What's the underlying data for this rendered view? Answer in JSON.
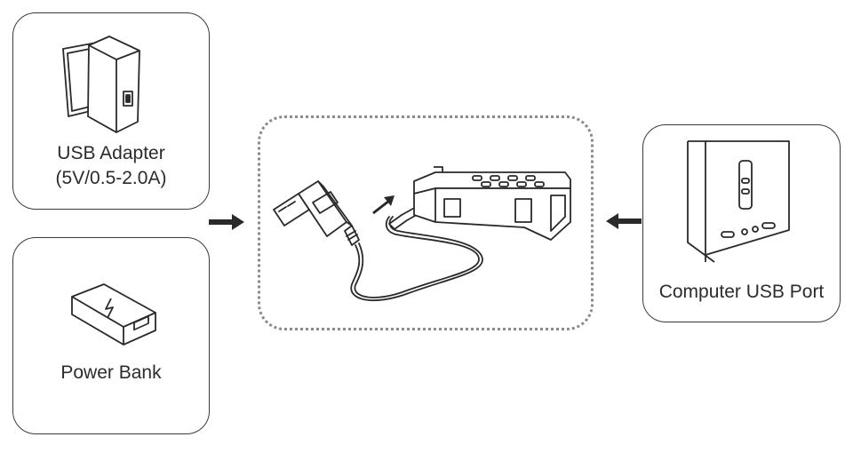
{
  "sources": {
    "adapter": {
      "line1": "USB Adapter",
      "line2": "(5V/0.5-2.0A)"
    },
    "bank": {
      "label": "Power Bank"
    },
    "computer": {
      "label": "Computer USB Port"
    }
  },
  "icons": {
    "adapter": "usb-wall-adapter-icon",
    "bank": "power-bank-icon",
    "computer": "computer-tower-icon",
    "cable": "usb-cable-icon",
    "battery": "drone-battery-icon",
    "arrows": "arrow-icon"
  },
  "colors": {
    "stroke": "#2a2a2a",
    "dotted_border": "#8a8a8a"
  }
}
